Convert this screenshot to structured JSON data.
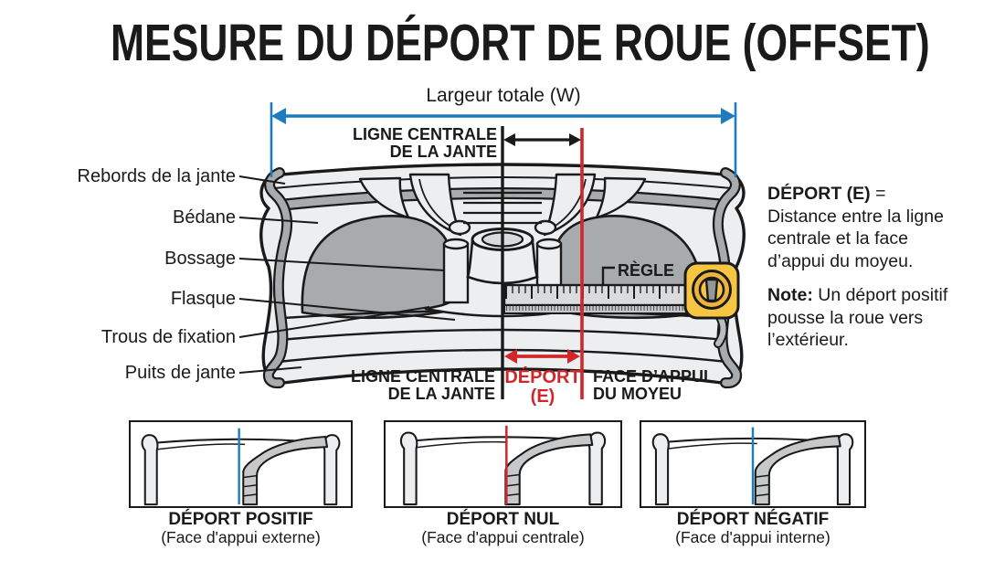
{
  "title": "MESURE DU DÉPORT DE ROUE (OFFSET)",
  "colors": {
    "blue": "#1d7cc1",
    "red": "#d3262b",
    "yellow": "#f6c642",
    "ink": "#1a1a1a"
  },
  "diagram": {
    "width_label": "Largeur totale (W)",
    "rim_centerline_top": {
      "line1": "LIGNE CENTRALE",
      "line2": "DE LA JANTE"
    },
    "rim_centerline_bottom": {
      "line1": "LIGNE CENTRALE",
      "line2": "DE LA JANTE"
    },
    "offset": {
      "line1": "DÉPORT",
      "line2": "(E)"
    },
    "hub_face": {
      "line1": "FACE D’APPUI",
      "line2": "DU MOYEU"
    },
    "ruler_label": "RÈGLE",
    "left_labels": [
      "Rebords de la jante",
      "Bédane",
      "Bossage",
      "Flasque",
      "Trous de fixation",
      "Puits de jante"
    ]
  },
  "notes": {
    "definition_bold": "DÉPORT (E)",
    "definition_rest": " = Distance entre la ligne centrale et la face d’appui du moyeu.",
    "note_bold": "Note:",
    "note_rest": " Un déport positif pousse la roue vers l’extérieur."
  },
  "panels": [
    {
      "title": "DÉPORT POSITIF",
      "subtitle": "(Face d'appui externe)",
      "line_color": "#1d7cc1"
    },
    {
      "title": "DÉPORT NUL",
      "subtitle": "(Face d'appui centrale)",
      "line_color": "#d3262b"
    },
    {
      "title": "DÉPORT NÉGATIF",
      "subtitle": "(Face d'appui interne)",
      "line_color": "#1d7cc1"
    }
  ]
}
